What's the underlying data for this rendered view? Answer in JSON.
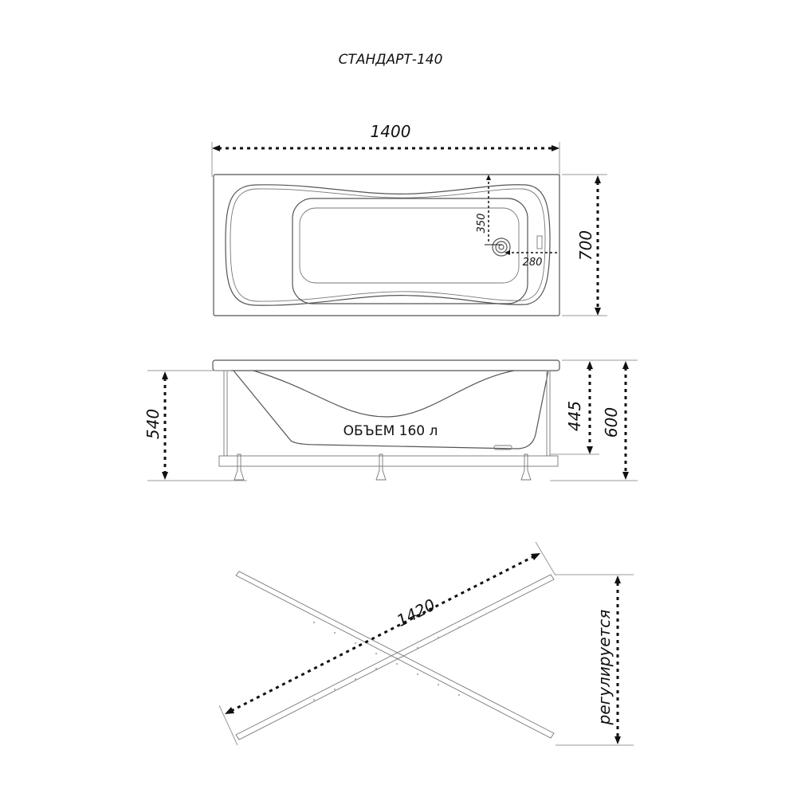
{
  "title": "СТАНДАРТ-140",
  "top_view": {
    "length": "1400",
    "width": "700",
    "drain_from_side": "350",
    "drain_from_end": "280"
  },
  "side_view": {
    "volume_label": "ОБЪЕМ 160 л",
    "height_total": "600",
    "depth": "445",
    "frame_height": "540"
  },
  "frame_view": {
    "diagonal_length": "1420",
    "adjustable_label": "регулируется"
  },
  "colors": {
    "line": "#555555",
    "dimension": "#111111"
  }
}
